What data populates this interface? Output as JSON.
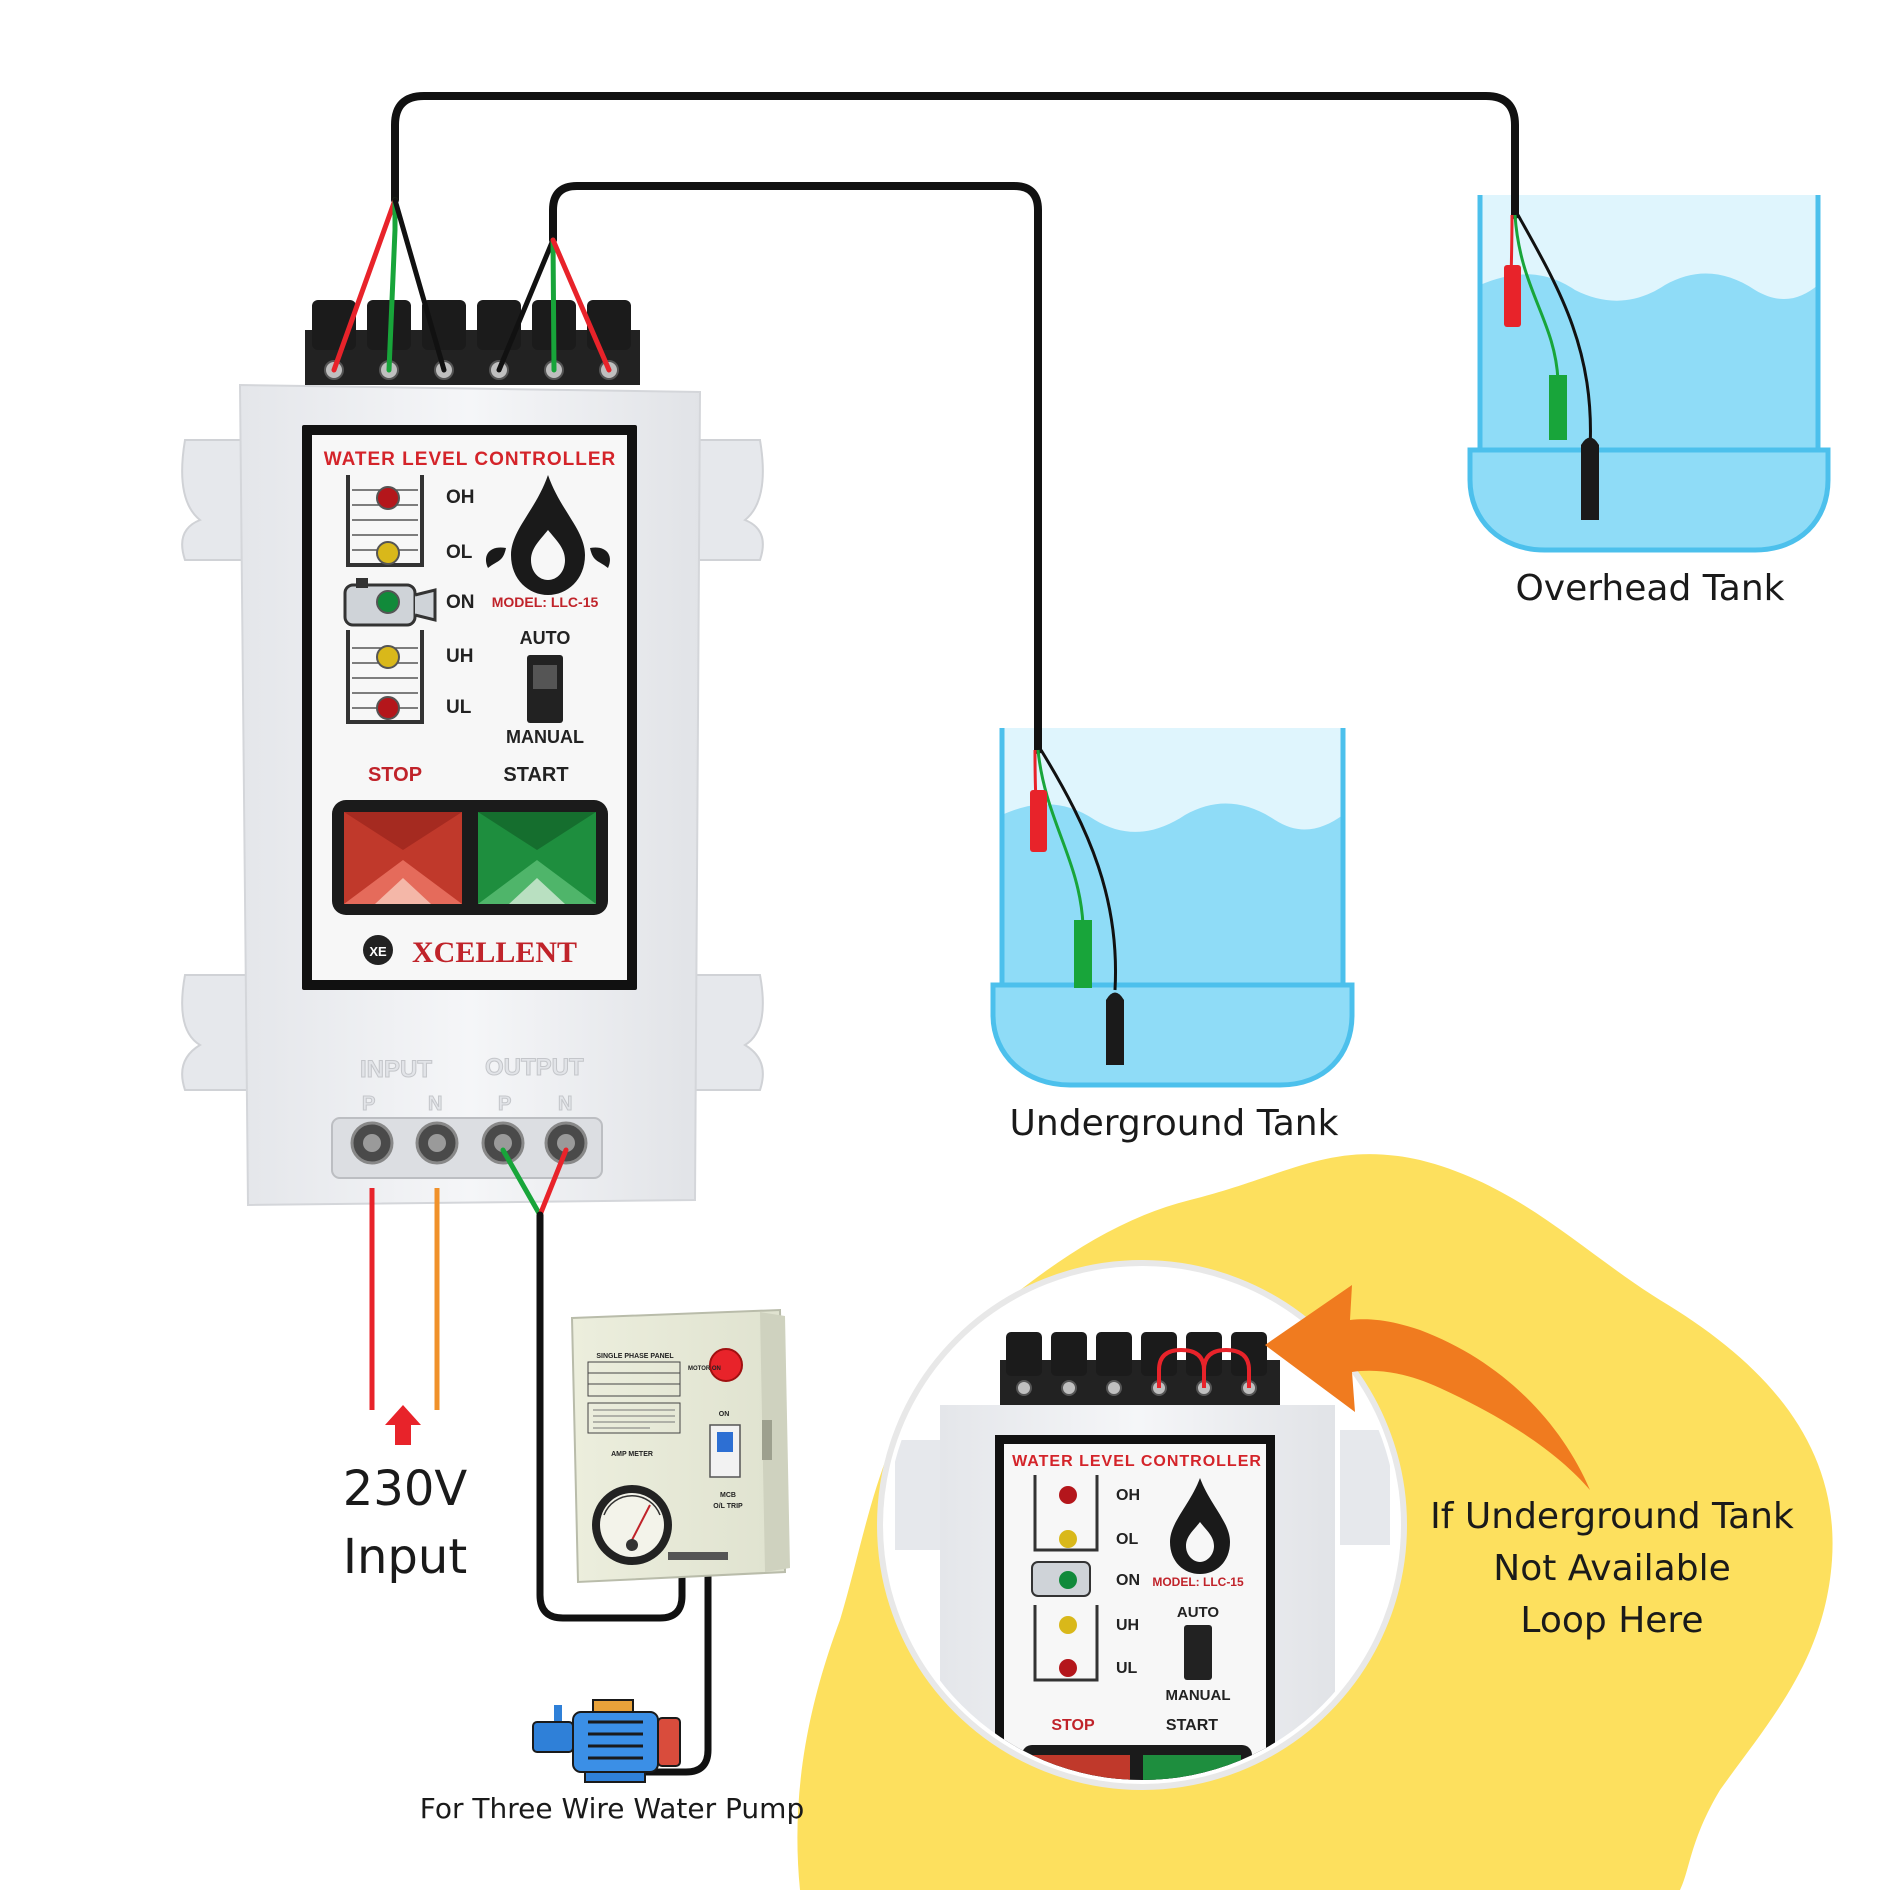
{
  "tanks": {
    "overhead": {
      "label": "Overhead Tank"
    },
    "underground": {
      "label": "Underground Tank"
    }
  },
  "controller": {
    "title": "WATER LEVEL CONTROLLER",
    "model": "MODEL: LLC-15",
    "indicators": [
      "OH",
      "OL",
      "ON",
      "UH",
      "UL"
    ],
    "switch_top": "AUTO",
    "switch_bottom": "MANUAL",
    "stop_label": "STOP",
    "start_label": "START",
    "brand_badge": "XE",
    "brand": "XCELLENT",
    "input_label": "INPUT",
    "output_label": "OUTPUT",
    "terminals": [
      "P",
      "N",
      "P",
      "N"
    ]
  },
  "power": {
    "line1": "230V",
    "line2": "Input"
  },
  "starter_panel": {
    "title": "SINGLE PHASE PANEL",
    "motor_on": "MOTOR ON",
    "on": "ON",
    "amp_meter": "AMP METER",
    "mcb": "MCB",
    "ol_trip": "O/L TRIP"
  },
  "pump": {
    "caption": "For Three Wire Water Pump"
  },
  "callout": {
    "line1": "If Underground Tank",
    "line2": "Not Available",
    "line3": "Loop Here"
  },
  "colors": {
    "water": "#8fdcf7",
    "water_light": "#dff5fd",
    "tank_outline": "#4cc0ec",
    "callout_bg": "#fde05e",
    "arrow": "#f07b1f",
    "wire_red": "#e8232a",
    "wire_green": "#18a53a",
    "wire_orange": "#f0912a",
    "stop_button": "#c0392b",
    "start_button": "#1e8e3e"
  }
}
